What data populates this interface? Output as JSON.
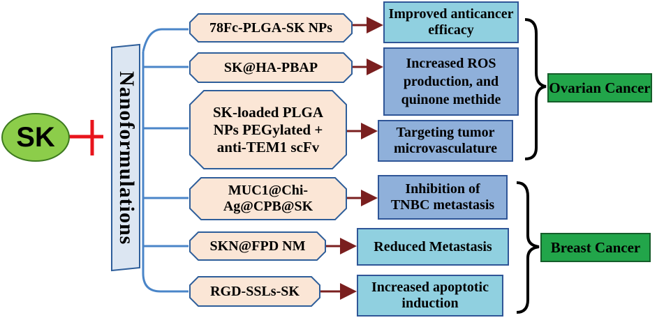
{
  "root": {
    "label": "SK"
  },
  "group": {
    "label": "Nanoformulations"
  },
  "formulations": [
    {
      "id": "f1",
      "label": "78Fc-PLGA-SK NPs"
    },
    {
      "id": "f2",
      "label": "SK@HA-PBAP"
    },
    {
      "id": "f3",
      "label": "SK-loaded PLGA NPs PEGylated + anti-TEM1 scFv"
    },
    {
      "id": "f4",
      "label": "MUC1@Chi-Ag@CPB@SK"
    },
    {
      "id": "f5",
      "label": "SKN@FPD NM"
    },
    {
      "id": "f6",
      "label": "RGD-SSLs-SK"
    }
  ],
  "effects": [
    {
      "id": "e1",
      "label": "Improved anticancer efficacy"
    },
    {
      "id": "e2",
      "label": "Increased ROS production, and quinone methide"
    },
    {
      "id": "e3",
      "label": "Targeting tumor microvasculature"
    },
    {
      "id": "e4",
      "label": "Inhibition of TNBC metastasis"
    },
    {
      "id": "e5",
      "label": "Reduced Metastasis"
    },
    {
      "id": "e6",
      "label": "Increased apoptotic induction"
    }
  ],
  "cancers": [
    {
      "id": "c1",
      "label": "Ovarian Cancer"
    },
    {
      "id": "c2",
      "label": "Breast Cancer"
    }
  ],
  "colors": {
    "sk_fill": "#8ccd4a",
    "sk_border": "#3d7a1f",
    "inhibit_line": "#e8141c",
    "nano_fill": "#dce6f2",
    "nano_border": "#2e5e9a",
    "formulation_fill": "#fbe6d6",
    "formulation_border": "#2e5e9a",
    "connector": "#4a85c8",
    "arrow": "#7a1f1f",
    "effect_light": "#90d0e0",
    "effect_mid": "#8fb0da",
    "effect_border": "#2f5597",
    "cancer_fill": "#22a54a",
    "cancer_border": "#155d2a"
  }
}
